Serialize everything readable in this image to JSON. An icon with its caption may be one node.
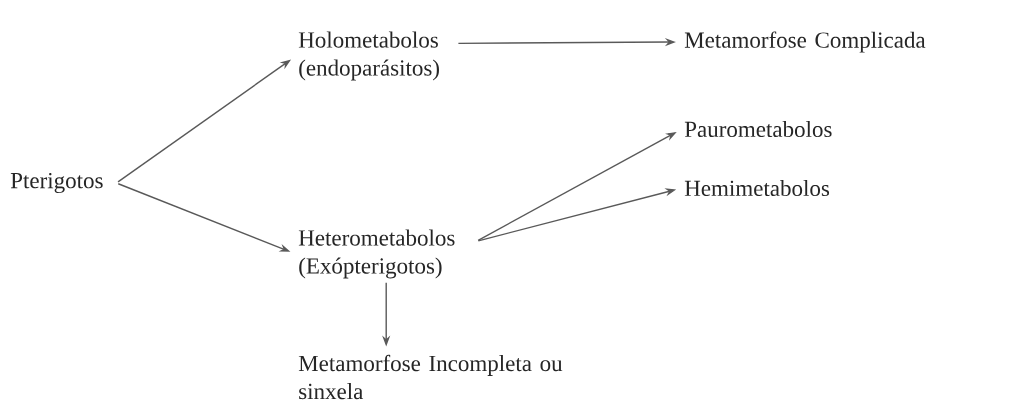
{
  "diagram": {
    "nodes": [
      {
        "text": [
          "Pterigotos"
        ]
      },
      {
        "text": [
          "Holometabolos (endoparásitos)"
        ]
      },
      {
        "text": [
          "Metamorfose Complicada"
        ]
      },
      {
        "text": [
          "Heterometabolos (Exópterigotos)"
        ]
      },
      {
        "text": [
          "Paurometabolos"
        ]
      },
      {
        "text": [
          "Hemimetabolos"
        ]
      },
      {
        "text": [
          "Metamorfose Incompleta ou sinxela"
        ]
      }
    ],
    "edges": [
      {
        "from": 0,
        "to": 1,
        "arrow": "to"
      },
      {
        "from": 0,
        "to": 3,
        "arrow": "to"
      },
      {
        "from": 1,
        "to": 2,
        "arrow": "to"
      },
      {
        "from": 3,
        "to": 4,
        "arrow": "to"
      },
      {
        "from": 3,
        "to": 5,
        "arrow": "to"
      },
      {
        "from": 3,
        "to": 6,
        "arrow": "to"
      }
    ]
  }
}
